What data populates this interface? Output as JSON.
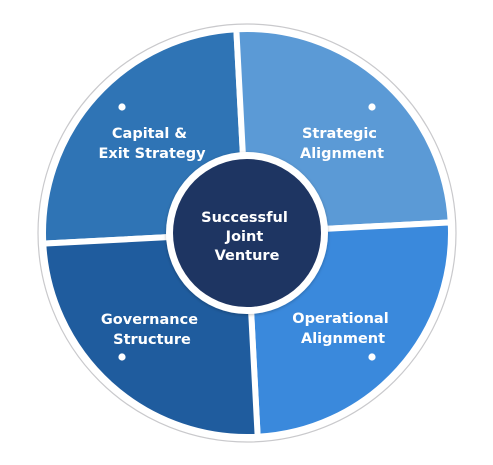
{
  "center": {
    "lines": [
      "Successful",
      "Joint",
      "Venture"
    ],
    "color": "#1e3562"
  },
  "segments": [
    {
      "id": "capital-exit-strategy",
      "lines": [
        "Capital &",
        "Exit Strategy"
      ],
      "color": "#2f74b5"
    },
    {
      "id": "strategic-alignment",
      "lines": [
        "Strategic",
        "Alignment"
      ],
      "color": "#5b9ad6"
    },
    {
      "id": "operational-alignment",
      "lines": [
        "Operational",
        "Alignment"
      ],
      "color": "#3a89dc"
    },
    {
      "id": "governance-structure",
      "lines": [
        "Governance",
        "Structure"
      ],
      "color": "#1f5c9e"
    }
  ],
  "colors": {
    "outer_ring": "#c9c9cc",
    "separator": "#ffffff",
    "dot": "#ffffff"
  }
}
